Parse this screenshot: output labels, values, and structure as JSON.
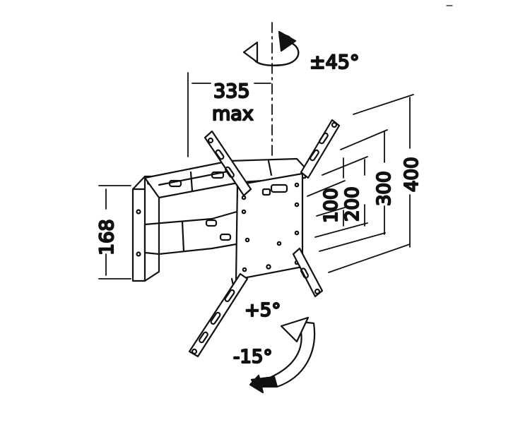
{
  "diagram": {
    "swivel_label": "±45°",
    "extension_label_top": "335",
    "extension_label_bottom": "max",
    "height_label": "168",
    "vesa_labels": [
      "100",
      "200",
      "300",
      "400"
    ],
    "tilt_up_label": "+5°",
    "tilt_down_label": "-15°"
  },
  "colors": {
    "line": "#111111",
    "background": "#ffffff",
    "fill": "#ffffff"
  }
}
